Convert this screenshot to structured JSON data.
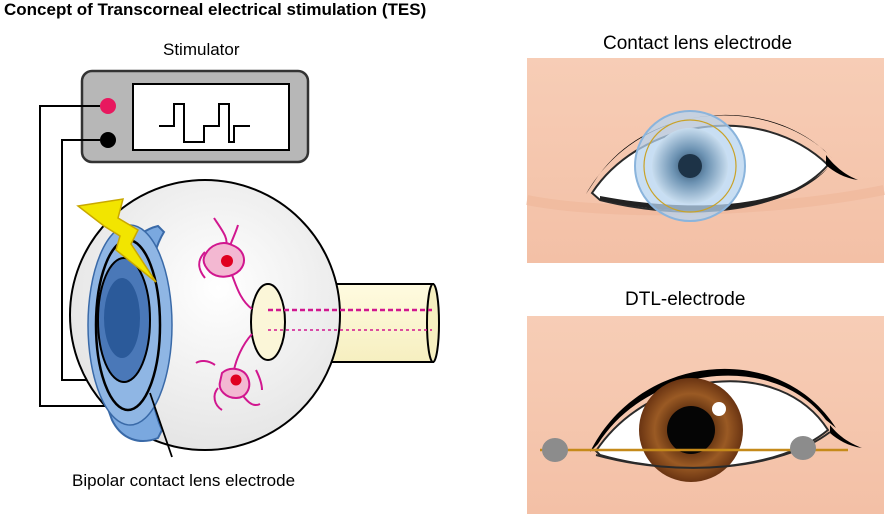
{
  "title": "Concept of Transcorneal electrical stimulation (TES)",
  "labels": {
    "stimulator": "Stimulator",
    "bipolar": "Bipolar contact lens electrode",
    "contact_lens": "Contact lens electrode",
    "dtl": "DTL-electrode"
  },
  "colors": {
    "terminal_positive": "#e8185f",
    "terminal_negative": "#000000",
    "stimulator_body": "#b7b7b7",
    "lens_blue": "#6e9fd8",
    "lightning": "#f2e500",
    "retina_lines": "#d1178f",
    "skin": "#f5c8b0",
    "iris_brown": "#8a4a1e",
    "dtl_wire": "#c58a1a",
    "dtl_bead": "#8c8c8c"
  }
}
